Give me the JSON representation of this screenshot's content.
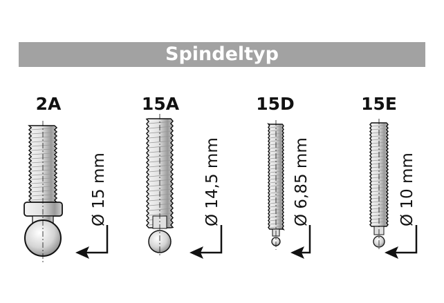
{
  "header": {
    "title": "Spindeltyp"
  },
  "spindles": [
    {
      "type": "2A",
      "diameter": "Ø 15 mm"
    },
    {
      "type": "15A",
      "diameter": "Ø 14,5 mm"
    },
    {
      "type": "15D",
      "diameter": "Ø 6,85 mm"
    },
    {
      "type": "15E",
      "diameter": "Ø 10 mm"
    }
  ],
  "colors": {
    "header_bg": "#a2a2a2",
    "metal": "#d8d8d8",
    "outline": "#111111"
  }
}
